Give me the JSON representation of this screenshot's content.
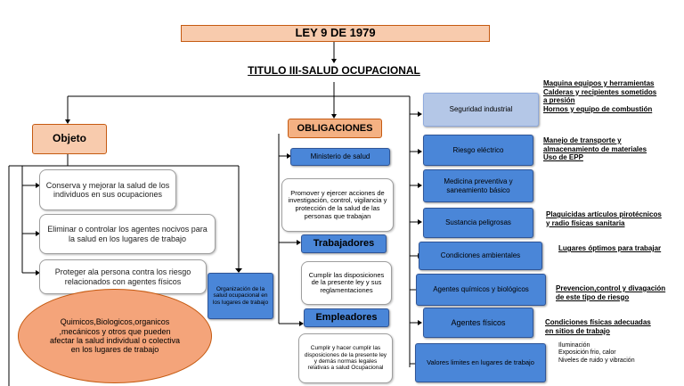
{
  "title": "LEY 9 DE 1979",
  "subtitle": "TITULO III-SALUD OCUPACIONAL",
  "objeto": {
    "label": "Objeto",
    "items": [
      "Conserva y mejorar la salud de los individuos en sus ocupaciones",
      "Eliminar o controlar los agentes nocivos para la salud en los lugares de trabajo",
      "Proteger ala persona contra los riesgo relacionados con agentes físicos"
    ],
    "ellipse": "Quimicos,Biologicos,organicos ,mecánicos y otros que pueden afectar la salud individual o colectiva en los lugares de trabajo",
    "organizacion": "Organización de la salud ocupacional en los lugares de trabajo"
  },
  "obligaciones": {
    "label": "OBLIGACIONES",
    "ministerio": "Ministerio de salud",
    "ministerio_text": "Promover y ejercer acciones de investigación, control, vigilancia y protección de la salud de las personas que trabajan",
    "trabajadores": "Trabajadores",
    "trabajadores_text": "Cumplir las disposiciones de la presente ley y sus reglamentaciones",
    "empleadores": "Empleadores",
    "empleadores_text": "Cumplir y hacer cumplir las disposiciones de la presente ley y demás normas legales relativas a salud Ocupacional"
  },
  "categorias": [
    {
      "label": "Seguridad industrial",
      "notes": [
        "Maquina equipos y herramientas",
        "Calderas y recipientes sometidos",
        "a presión",
        "Hornos y equipo de combustión"
      ]
    },
    {
      "label": "Riesgo eléctrico",
      "notes": [
        "Manejo de transporte y",
        "almacenamiento de materiales",
        "Uso de EPP"
      ]
    },
    {
      "label": "Medicina preventiva y saneamiento básico",
      "notes": []
    },
    {
      "label": "Sustancia peligrosas",
      "notes": [
        "Plaguicidas artículos pirotécnicos",
        "y radio físicas sanitaria"
      ]
    },
    {
      "label": "Condiciones ambientales",
      "notes": [
        "Lugares óptimos para trabajar"
      ]
    },
    {
      "label": "Agentes químicos y biológicos",
      "notes": [
        "Prevencion,control y divagación",
        "de este tipo de riesgo"
      ]
    },
    {
      "label": "Agentes físicos",
      "notes": [
        "Condiciones físicas adecuadas",
        "en sitios de trabajo"
      ]
    },
    {
      "label": "Valores limites en lugares de trabajo",
      "notes": [
        "Iluminación",
        "Exposición frio, calor",
        "Niveles de ruido y vibración"
      ]
    }
  ]
}
